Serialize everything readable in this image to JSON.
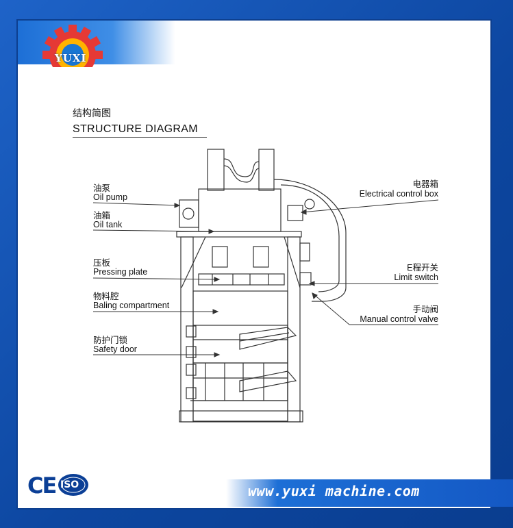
{
  "brand": {
    "logo_text": "YUXI",
    "website": "www.yuxi machine.com",
    "badges": [
      "CE",
      "ISO"
    ],
    "colors": {
      "frame": "#1565c0",
      "panel": "#ffffff",
      "gear": "#e53935",
      "accent": "#1d6fd6"
    }
  },
  "diagram": {
    "title_cn": "结构简图",
    "title_en": "STRUCTURE DIAGRAM",
    "labels_left": [
      {
        "cn": "油泵",
        "en": "Oil pump"
      },
      {
        "cn": "油箱",
        "en": "Oil tank"
      },
      {
        "cn": "压板",
        "en": "Pressing plate"
      },
      {
        "cn": "物料腔",
        "en": "Baling compartment"
      },
      {
        "cn": "防护门锁",
        "en": "Safety door"
      }
    ],
    "labels_right": [
      {
        "cn": "电器箱",
        "en": "Electrical control box"
      },
      {
        "cn": "E程开关",
        "en": "Limit switch"
      },
      {
        "cn": "手动阀",
        "en": "Manual control valve"
      }
    ]
  }
}
